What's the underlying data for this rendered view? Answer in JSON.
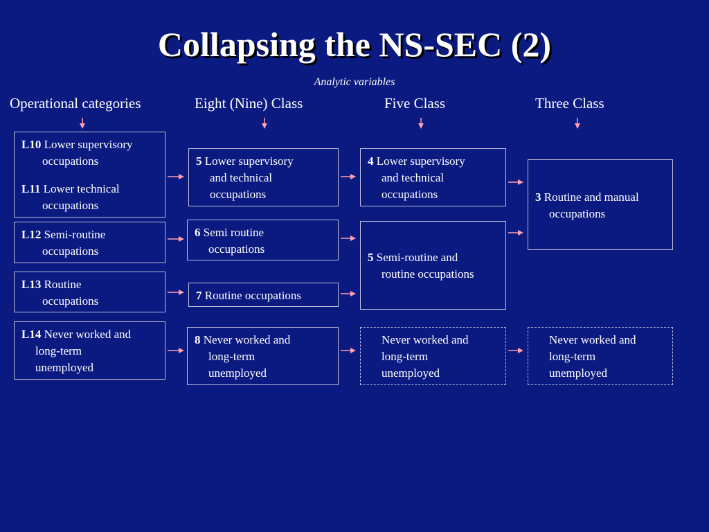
{
  "title": "Collapsing the NS-SEC (2)",
  "subtitle": "Analytic variables",
  "columns": [
    "Operational categories",
    "Eight (Nine) Class",
    "Five Class",
    "Three Class"
  ],
  "operational": [
    {
      "code": "L10",
      "line1": "Lower supervisory",
      "line2": "occupations"
    },
    {
      "code": "L11",
      "line1": "Lower technical",
      "line2": "occupations"
    },
    {
      "code": "L12",
      "line1": "Semi-routine",
      "line2": "occupations"
    },
    {
      "code": "L13",
      "line1": "Routine",
      "line2": "occupations"
    },
    {
      "code": "L14",
      "line1": "Never worked and",
      "line2": "long-term",
      "line3": "unemployed"
    }
  ],
  "eight_class": [
    {
      "code": "5",
      "line1": "Lower supervisory",
      "line2": "and technical",
      "line3": "occupations"
    },
    {
      "code": "6",
      "line1": "Semi routine",
      "line2": "occupations"
    },
    {
      "code": "7",
      "line1": "Routine occupations"
    },
    {
      "code": "8",
      "line1": "Never worked and",
      "line2": "long-term",
      "line3": "unemployed"
    }
  ],
  "five_class": [
    {
      "code": "4",
      "line1": "Lower supervisory",
      "line2": "and technical",
      "line3": "occupations"
    },
    {
      "code": "5",
      "line1": "Semi-routine and",
      "line2": "routine occupations"
    },
    {
      "line1": "Never worked and",
      "line2": "long-term",
      "line3": "unemployed"
    }
  ],
  "three_class": [
    {
      "code": "3",
      "line1": "Routine and manual",
      "line2": "occupations"
    },
    {
      "line1": "Never worked and",
      "line2": "long-term",
      "line3": "unemployed"
    }
  ],
  "colors": {
    "background": "#0b1a80",
    "arrow": "#ff9fb0",
    "box_border": "#c0c0d8"
  }
}
